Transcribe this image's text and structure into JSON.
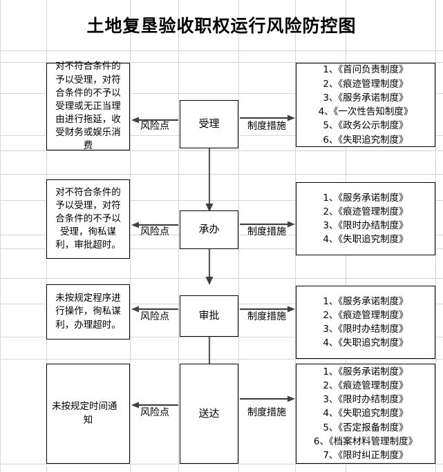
{
  "title": "土地复垦验收职权运行风险防控图",
  "labels": {
    "risk_point": "风险点",
    "measures": "制度措施"
  },
  "rows": [
    {
      "stage": "受理",
      "risk": "对不符合条件的予以受理，对符合条件的不予以受理或无正当理由进行拖延，收受财务或娱乐消费",
      "risk_label": "风险点",
      "measure_label": "制度措施",
      "measures": [
        "1、《首问负责制度》",
        "2、《痕迹管理制度》",
        "3、《服务承诺制度》",
        "4、《一次性告知制度》",
        "5、《政务公示制度》",
        "6、《失职追究制度》"
      ]
    },
    {
      "stage": "承办",
      "risk": "对不符合条件的予以受理，对符合条件的不予以受理，徇私谋利，审批超时。",
      "risk_label": "风险点",
      "measure_label": "制度措施",
      "measures": [
        "1、《服务承诺制度》",
        "2、《痕迹管理制度》",
        "3、《限时办结制度》",
        "4、《失职追究制度》"
      ]
    },
    {
      "stage": "审批",
      "risk": "未按规定程序进行操作，徇私谋利，办理超时。",
      "risk_label": "风险点",
      "measure_label": "制度措施",
      "measures": [
        "1、《服务承诺制度》",
        "2、《痕迹管理制度》",
        "3、《限时办结制度》",
        "4、《失职追究制度》"
      ]
    },
    {
      "stage": "送达",
      "risk": "未按规定时间通知",
      "risk_label": "风险点",
      "measure_label": "制度措施",
      "measures": [
        "1、《服务承诺制度》",
        "2、《痕迹管理制度》",
        "3、《限时办结制度》",
        "4、《失职追究制度》",
        "5、《否定报备制度》",
        "6、《档案材料管理制度》",
        "7、《限时纠正制度》"
      ]
    }
  ],
  "colors": {
    "border": "#000000",
    "arrow": "#404040",
    "gridline": "#d4d4d4",
    "background": "#ffffff"
  }
}
